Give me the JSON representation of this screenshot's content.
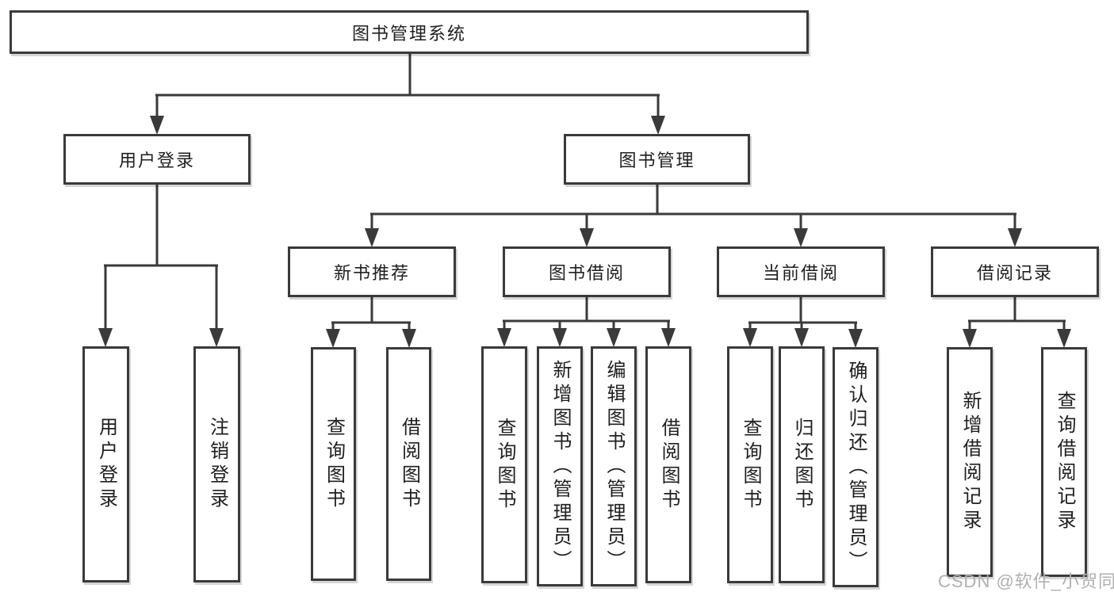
{
  "diagram": {
    "root": {
      "label": "图书管理系统"
    },
    "branches": [
      {
        "label": "用户登录",
        "leaves": [
          "用户登录",
          "注销登录"
        ]
      },
      {
        "label": "图书管理",
        "children": [
          {
            "label": "新书推荐",
            "leaves": [
              "查询图书",
              "借阅图书"
            ]
          },
          {
            "label": "图书借阅",
            "leaves": [
              "查询图书",
              "新增图书（管理员）",
              "编辑图书（管理员）",
              "借阅图书"
            ]
          },
          {
            "label": "当前借阅",
            "leaves": [
              "查询图书",
              "归还图书",
              "确认归还（管理员）"
            ]
          },
          {
            "label": "借阅记录",
            "leaves": [
              "新增借阅记录",
              "查询借阅记录"
            ]
          }
        ]
      }
    ],
    "watermark": "CSDN @软件_小贺同学",
    "colors": {
      "line": "#3a3a3a",
      "text": "#1f1f1f",
      "watermark": "#b0b0b0",
      "background": "#ffffff"
    }
  }
}
